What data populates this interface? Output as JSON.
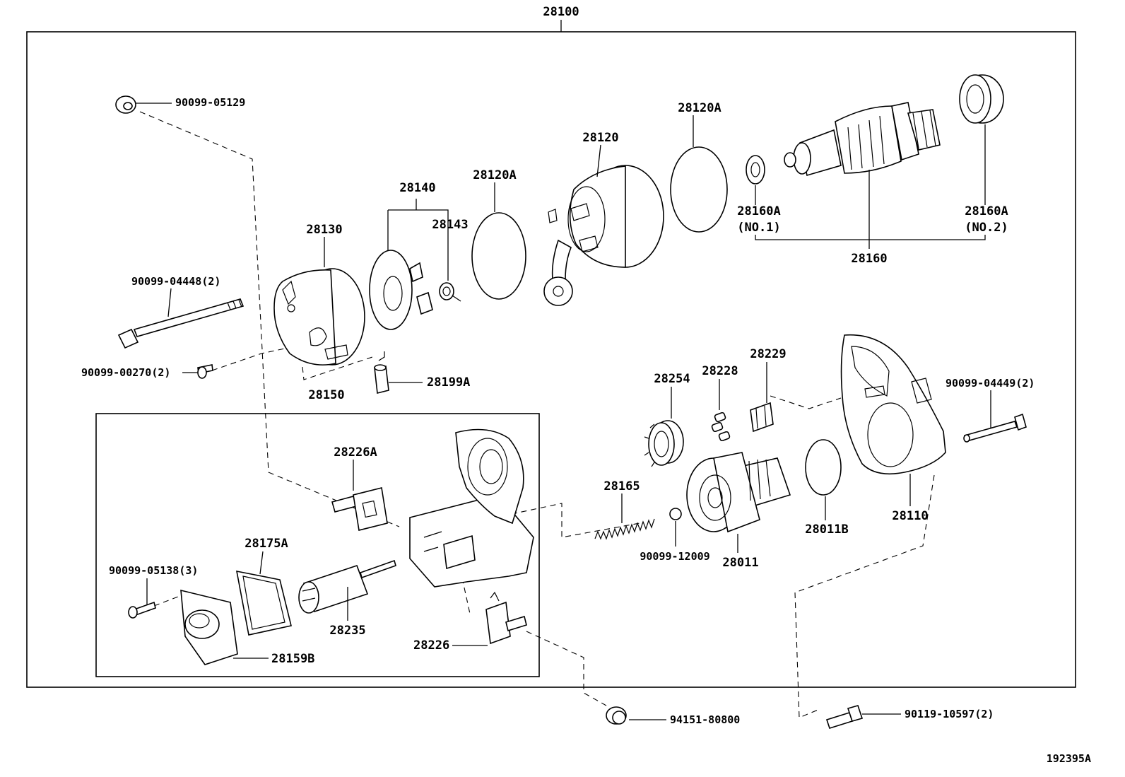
{
  "diagram": {
    "assembly_label": "28100",
    "subassembly_label": "28150",
    "figure_id": "192395A",
    "parts": {
      "p28130": "28130",
      "p28140": "28140",
      "p28143": "28143",
      "p28120A_left": "28120A",
      "p28120": "28120",
      "p28120A_right": "28120A",
      "p28160A_no1": "28160A",
      "p28160A_no1_note": "(NO.1)",
      "p28160A_no2": "28160A",
      "p28160A_no2_note": "(NO.2)",
      "p28160": "28160",
      "p90099_05129": "90099-05129",
      "p90099_04448": "90099-04448(2)",
      "p90099_00270": "90099-00270(2)",
      "p28199A": "28199A",
      "p28254": "28254",
      "p28228": "28228",
      "p28229": "28229",
      "p90099_04449": "90099-04449(2)",
      "p28226A": "28226A",
      "p28175A": "28175A",
      "p90099_05138": "90099-05138(3)",
      "p28235": "28235",
      "p28159B": "28159B",
      "p28226": "28226",
      "p28165": "28165",
      "p90099_12009": "90099-12009",
      "p28011": "28011",
      "p28011B": "28011B",
      "p28110": "28110",
      "p94151_80800": "94151-80800",
      "p90119_10597": "90119-10597(2)"
    }
  }
}
